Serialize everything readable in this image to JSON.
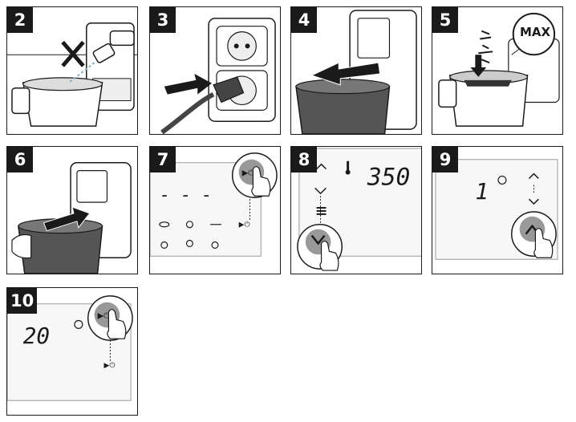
{
  "steps": [
    {
      "number": "2"
    },
    {
      "number": "3"
    },
    {
      "number": "4"
    },
    {
      "number": "5",
      "callout": "MAX"
    },
    {
      "number": "6"
    },
    {
      "number": "7",
      "display": "- - -"
    },
    {
      "number": "8",
      "display": "350"
    },
    {
      "number": "9",
      "display": "1"
    },
    {
      "number": "10",
      "display": "20"
    }
  ],
  "colors": {
    "ink": "#1a1a1a",
    "basket": "#555555",
    "panel_bg": "#f7f7f7",
    "finger": "#ffffff"
  },
  "icons": [
    "cross-icon",
    "arrow-icon",
    "power-socket-icon",
    "play-pause-power-icon",
    "thermometer-icon",
    "timer-icon",
    "chevron-up-icon",
    "chevron-down-icon",
    "menu-icon",
    "hand-icon"
  ]
}
